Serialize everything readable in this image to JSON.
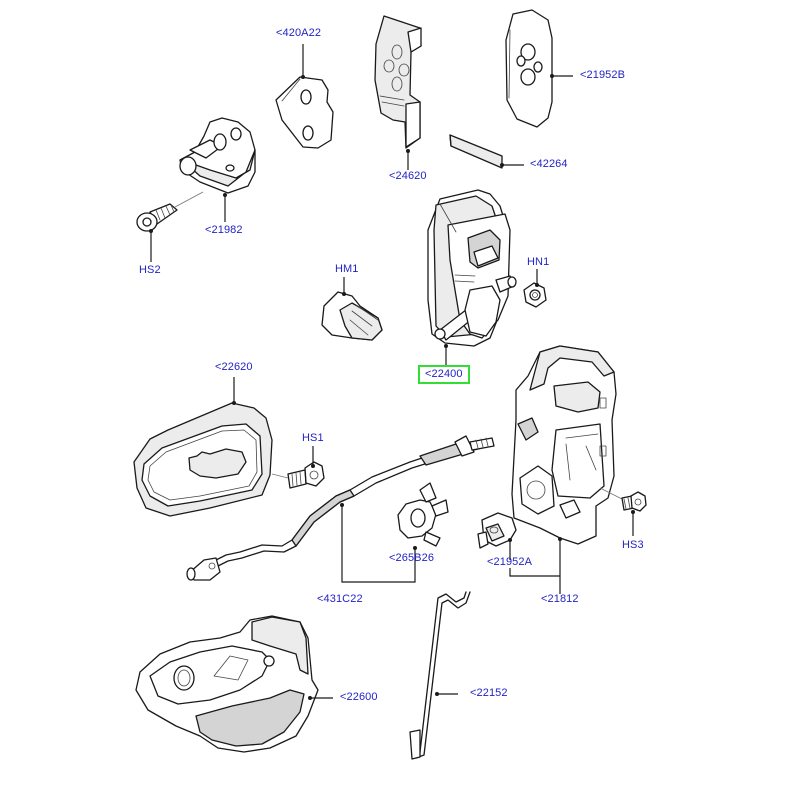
{
  "diagram": {
    "title": "Door latch and handle exploded parts diagram",
    "selected_part": "<22400",
    "colors": {
      "callout_text": "#2323c8",
      "selected_border": "#33dd33",
      "line_art": "#1a1a1a",
      "background": "#ffffff"
    },
    "callouts": [
      {
        "id": "420A22",
        "label": "<420A22",
        "part": "door striker shim plate"
      },
      {
        "id": "24620",
        "label": "<24620",
        "part": "latch shield"
      },
      {
        "id": "21952B",
        "label": "<21952B",
        "part": "latch seal pad"
      },
      {
        "id": "42264",
        "label": "<42264",
        "part": "foam strip"
      },
      {
        "id": "21982",
        "label": "<21982",
        "part": "door striker"
      },
      {
        "id": "HS2",
        "label": "HS2",
        "part": "striker screw"
      },
      {
        "id": "HM1",
        "label": "HM1",
        "part": "clip"
      },
      {
        "id": "HN1",
        "label": "HN1",
        "part": "nut"
      },
      {
        "id": "22400",
        "label": "<22400",
        "part": "exterior handle bracket",
        "selected": true
      },
      {
        "id": "22620",
        "label": "<22620",
        "part": "handle bezel"
      },
      {
        "id": "HS1",
        "label": "HS1",
        "part": "bezel screw"
      },
      {
        "id": "265B26",
        "label": "<265B26",
        "part": "cable clip"
      },
      {
        "id": "21952A",
        "label": "<21952A",
        "part": "lock cylinder connector"
      },
      {
        "id": "HS3",
        "label": "HS3",
        "part": "latch screw"
      },
      {
        "id": "431C22",
        "label": "<431C22",
        "part": "release cable"
      },
      {
        "id": "21812",
        "label": "<21812",
        "part": "door latch assembly"
      },
      {
        "id": "22600",
        "label": "<22600",
        "part": "interior door handle"
      },
      {
        "id": "22152",
        "label": "<22152",
        "part": "lock rod"
      }
    ]
  }
}
